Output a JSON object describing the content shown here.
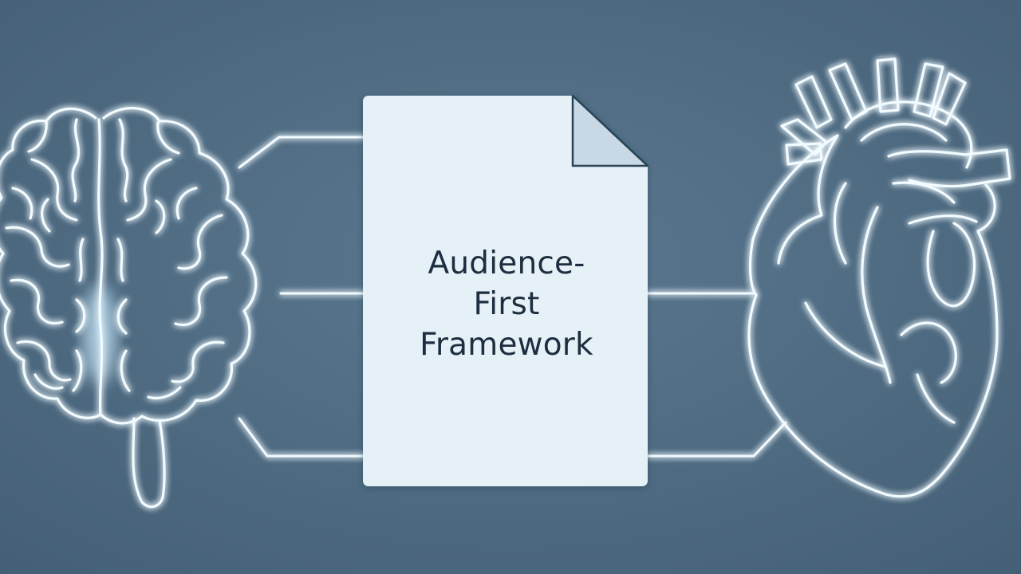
{
  "document": {
    "title_lines": [
      "Audience-",
      "First",
      "Framework"
    ]
  },
  "icons": {
    "left": "brain-icon",
    "center": "document-icon",
    "right": "heart-icon"
  },
  "colors": {
    "background": "#4d6a81",
    "line_glow": "#9fd8ff",
    "line_core": "#f2fbff",
    "document_fill": "#e6f0f7",
    "text": "#1c2e3f"
  }
}
